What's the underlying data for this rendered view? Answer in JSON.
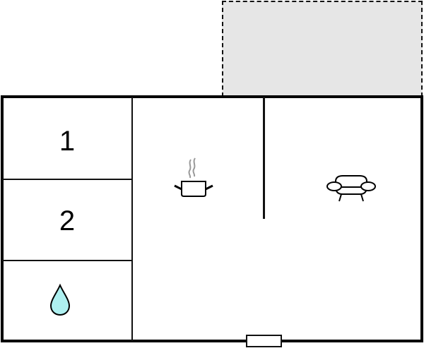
{
  "floor_plan": {
    "rooms": [
      {
        "id": "bedroom-1",
        "label": "1"
      },
      {
        "id": "bedroom-2",
        "label": "2"
      },
      {
        "id": "bathroom",
        "icon": "water-drop-icon"
      },
      {
        "id": "kitchen",
        "icon": "cooking-pot-icon"
      },
      {
        "id": "living-room",
        "icon": "armchair-icon"
      }
    ],
    "terrace": {
      "style": "dashed",
      "fill": "#e6e6e6"
    },
    "colors": {
      "wall": "#000000",
      "terrace_fill": "#e6e6e6",
      "water_drop_fill": "#aef0f0",
      "steam": "#999999"
    }
  }
}
